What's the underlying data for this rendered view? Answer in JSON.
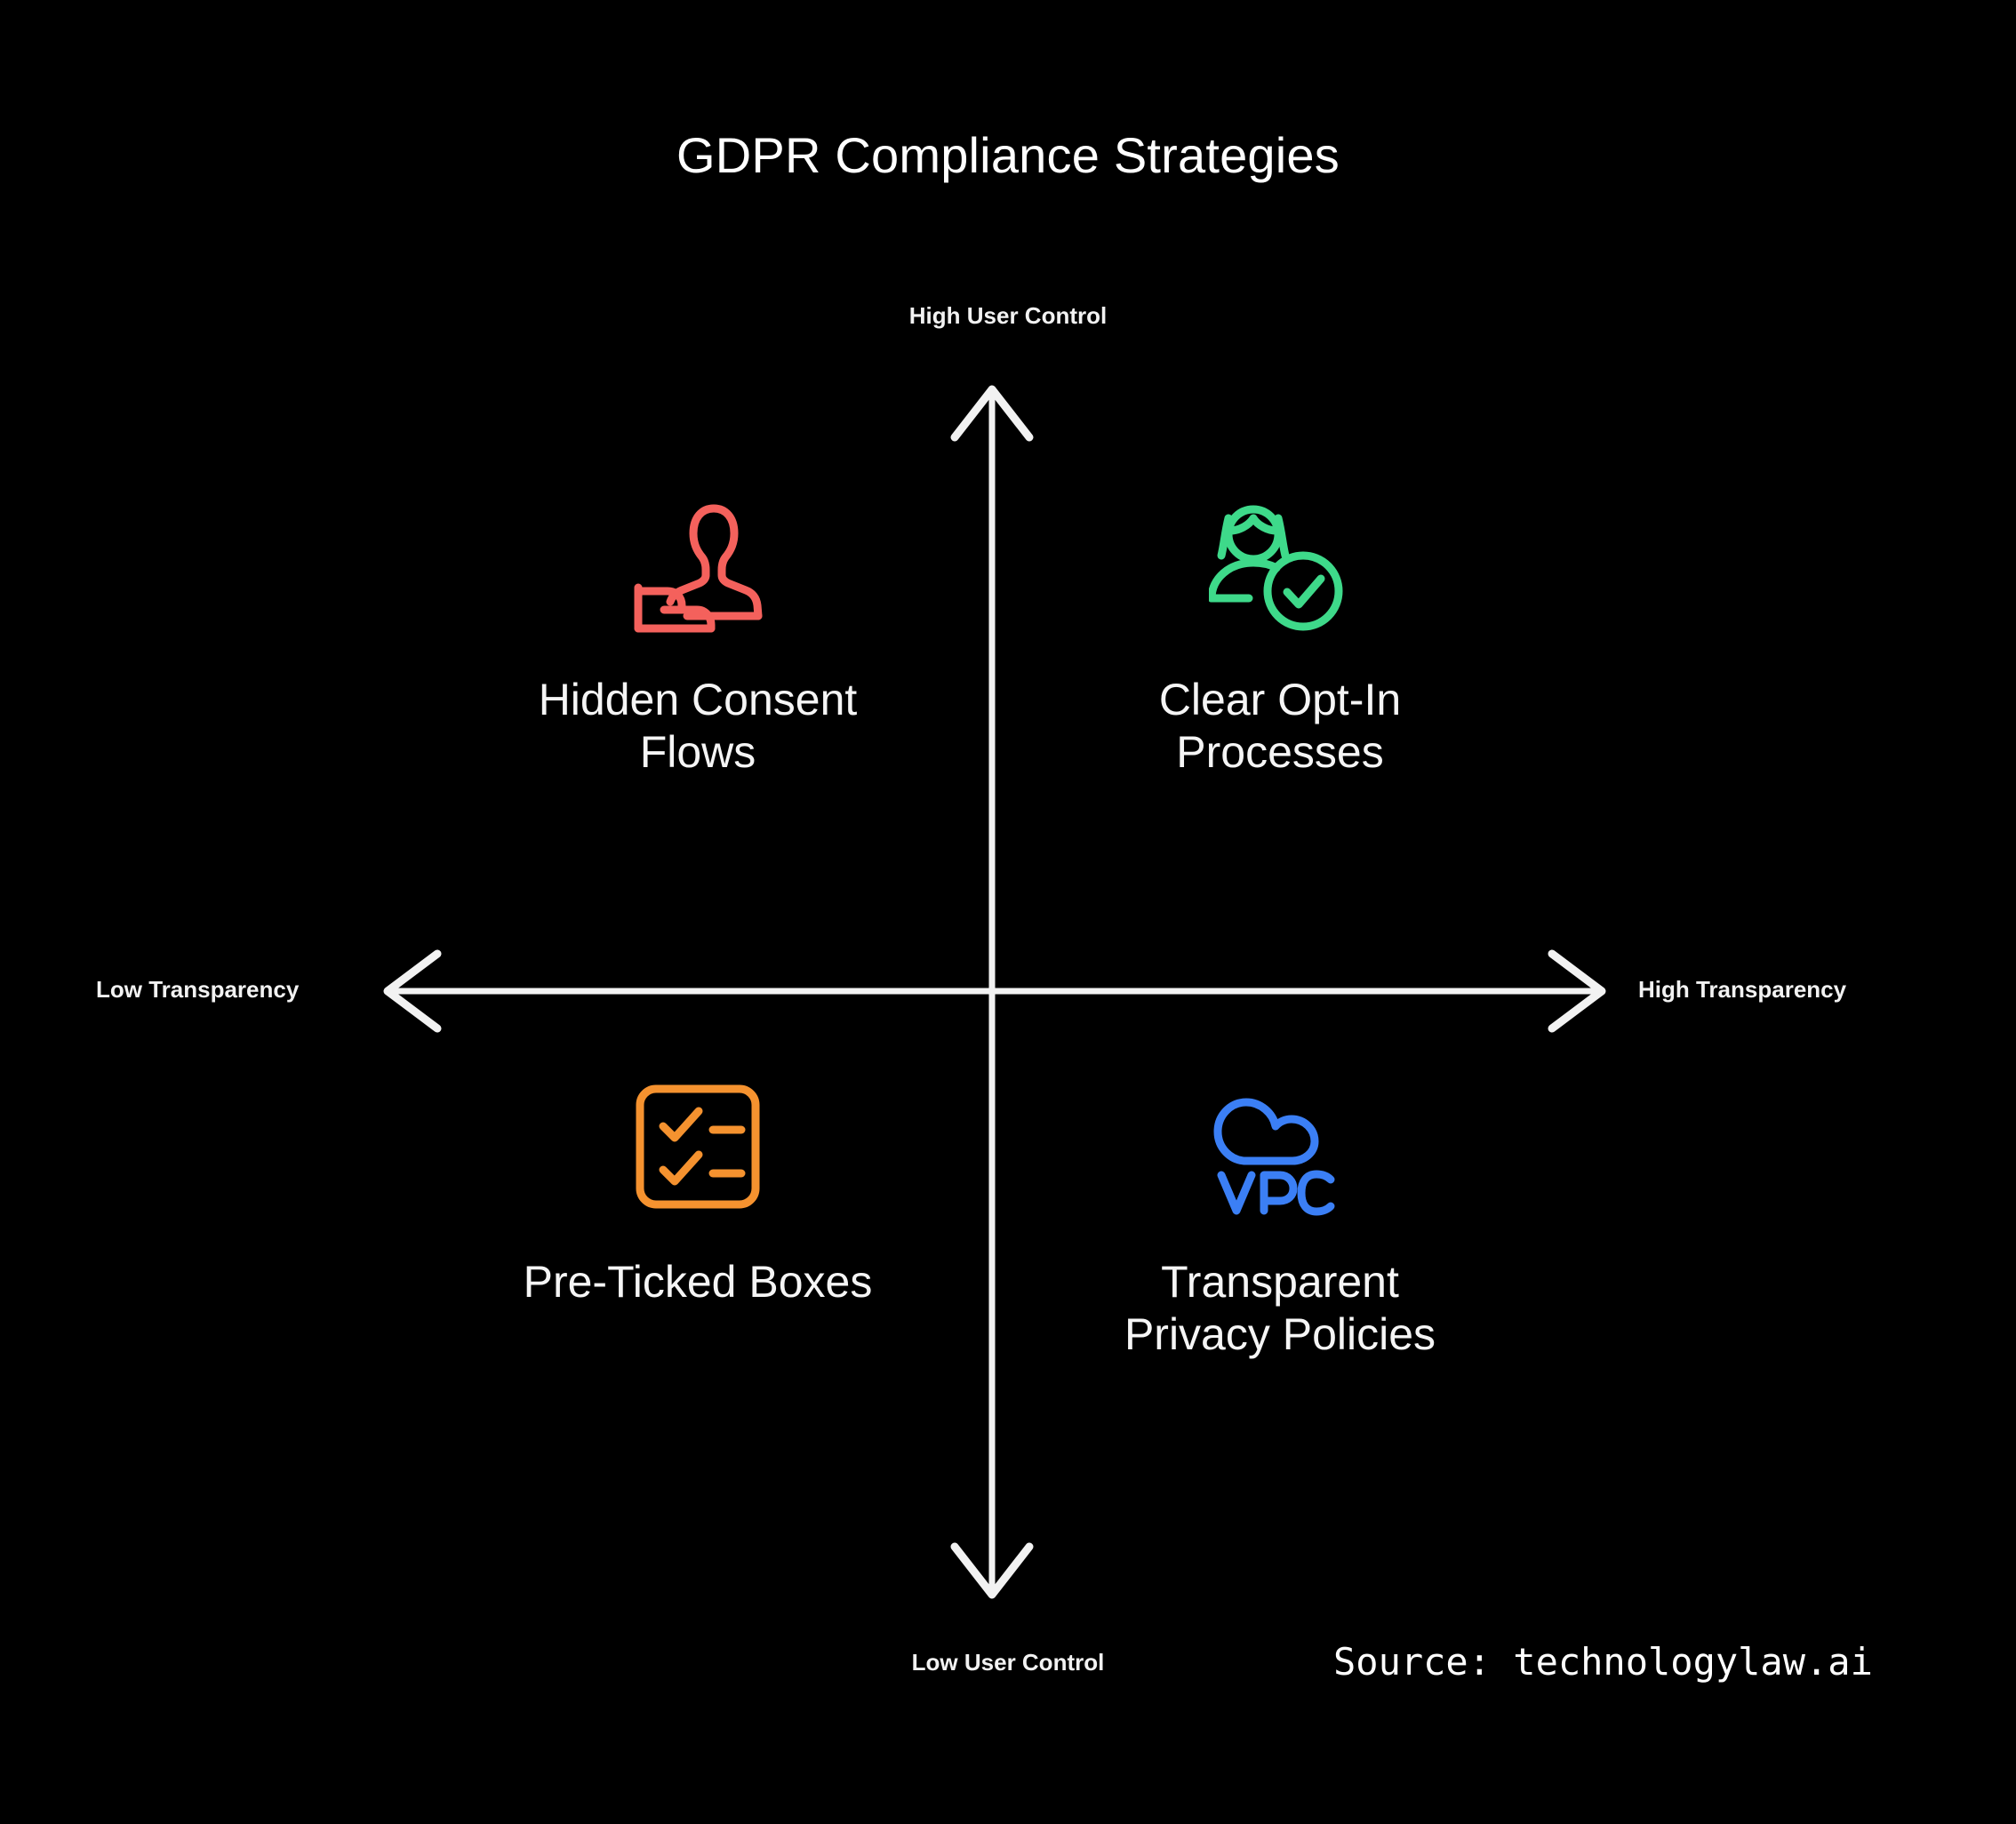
{
  "title": "GDPR Compliance Strategies",
  "background_color": "#000000",
  "axis_color": "#f2f2f2",
  "axes": {
    "top_label": "High User Control",
    "bottom_label": "Low User Control",
    "left_label": "Low Transparency",
    "right_label": "High Transparency"
  },
  "source": "Source: technologylaw.ai",
  "chart_data": {
    "type": "scatter",
    "title": "GDPR Compliance Strategies",
    "xlabel": "Transparency",
    "ylabel": "User Control",
    "x_axis": {
      "left": "Low Transparency",
      "right": "High Transparency"
    },
    "y_axis": {
      "bottom": "Low User Control",
      "top": "High User Control"
    },
    "grid": false,
    "legend": "none",
    "quadrants": [
      {
        "id": "top-left",
        "label": "Hidden Consent\nFlows",
        "icon": "person-outstretched-hand-icon",
        "color": "#f4615c",
        "x": "low-transparency",
        "y": "high-user-control"
      },
      {
        "id": "top-right",
        "label": "Clear Opt-In\nProcesses",
        "icon": "person-verified-check-icon",
        "color": "#3ed98a",
        "x": "high-transparency",
        "y": "high-user-control"
      },
      {
        "id": "bottom-left",
        "label": "Pre-Ticked Boxes",
        "icon": "checklist-box-icon",
        "color": "#f5922f",
        "x": "low-transparency",
        "y": "low-user-control"
      },
      {
        "id": "bottom-right",
        "label": "Transparent\nPrivacy Policies",
        "icon": "vpc-cloud-icon",
        "color": "#3b7ff5",
        "x": "high-transparency",
        "y": "low-user-control"
      }
    ]
  },
  "quadrants": {
    "top_left": {
      "label": "Hidden Consent\nFlows",
      "color": "#f4615c"
    },
    "top_right": {
      "label": "Clear Opt-In\nProcesses",
      "color": "#3ed98a"
    },
    "bottom_left": {
      "label": "Pre-Ticked Boxes",
      "color": "#f5922f"
    },
    "bottom_right": {
      "label": "Transparent\nPrivacy Policies",
      "color": "#3b7ff5"
    }
  }
}
